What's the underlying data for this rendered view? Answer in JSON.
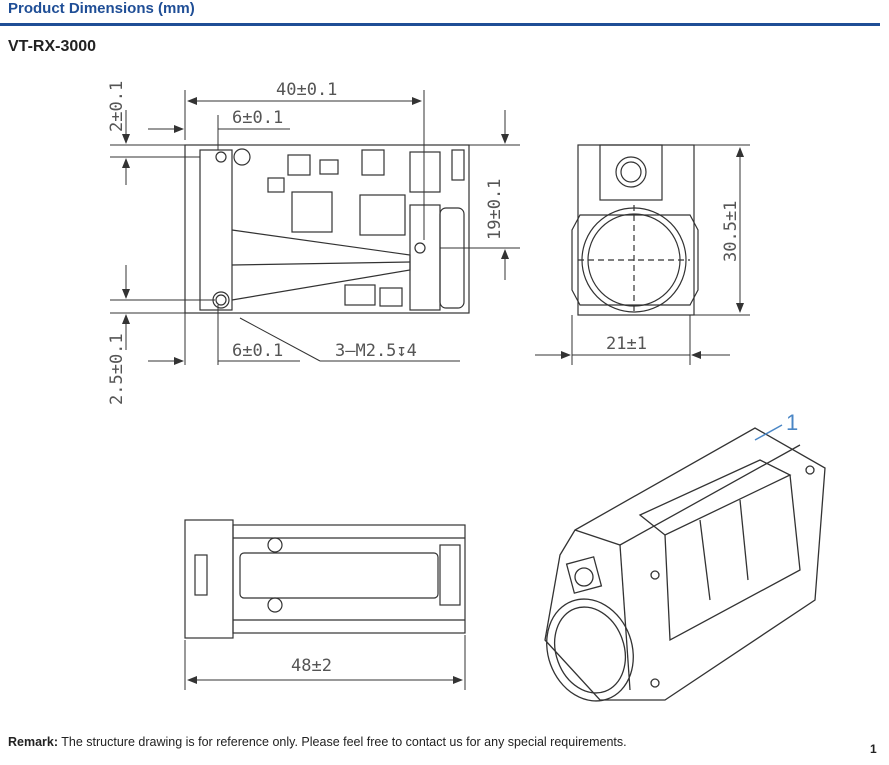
{
  "header": {
    "title": "Product Dimensions (mm)"
  },
  "model": "VT-RX-3000",
  "dimensions": {
    "width": "40±0.1",
    "hole_offset_top": "6±0.1",
    "hole_offset_bottom": "6±0.1",
    "edge_top": "2±0.1",
    "edge_bottom": "2.5±0.1",
    "hole_spacing": "19±0.1",
    "side_height": "30.5±1",
    "side_width": "21±1",
    "length": "48±2",
    "thread": "3—M2.5↧4"
  },
  "callout": "1",
  "remark": {
    "label": "Remark:",
    "text": " The structure drawing is for reference only. Please feel free to contact us for any special requirements."
  },
  "page_number": "1"
}
